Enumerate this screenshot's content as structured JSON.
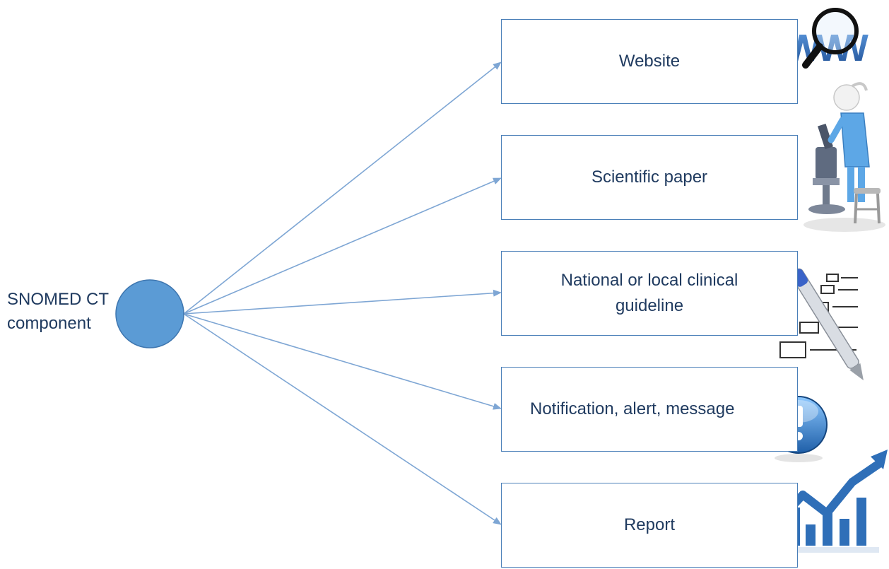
{
  "source": {
    "label": "SNOMED CT component",
    "node_color": "#5b9bd5",
    "node_stroke": "#3f77b0"
  },
  "targets": [
    {
      "id": "website",
      "label": "Website",
      "icon": "www-magnifier-icon"
    },
    {
      "id": "scientific-paper",
      "label": "Scientific paper",
      "icon": "scientist-microscope-icon"
    },
    {
      "id": "guideline",
      "label": "National or local clinical guideline",
      "icon": "checklist-pen-icon"
    },
    {
      "id": "notification",
      "label": "Notification, alert, message",
      "icon": "exclamation-alert-icon"
    },
    {
      "id": "report",
      "label": "Report",
      "icon": "growth-chart-icon"
    }
  ],
  "colors": {
    "arrow": "#7ea6d4",
    "box_border": "#4a7fb8",
    "text": "#1f3a5f",
    "icon_blue": "#2f6fb8"
  }
}
